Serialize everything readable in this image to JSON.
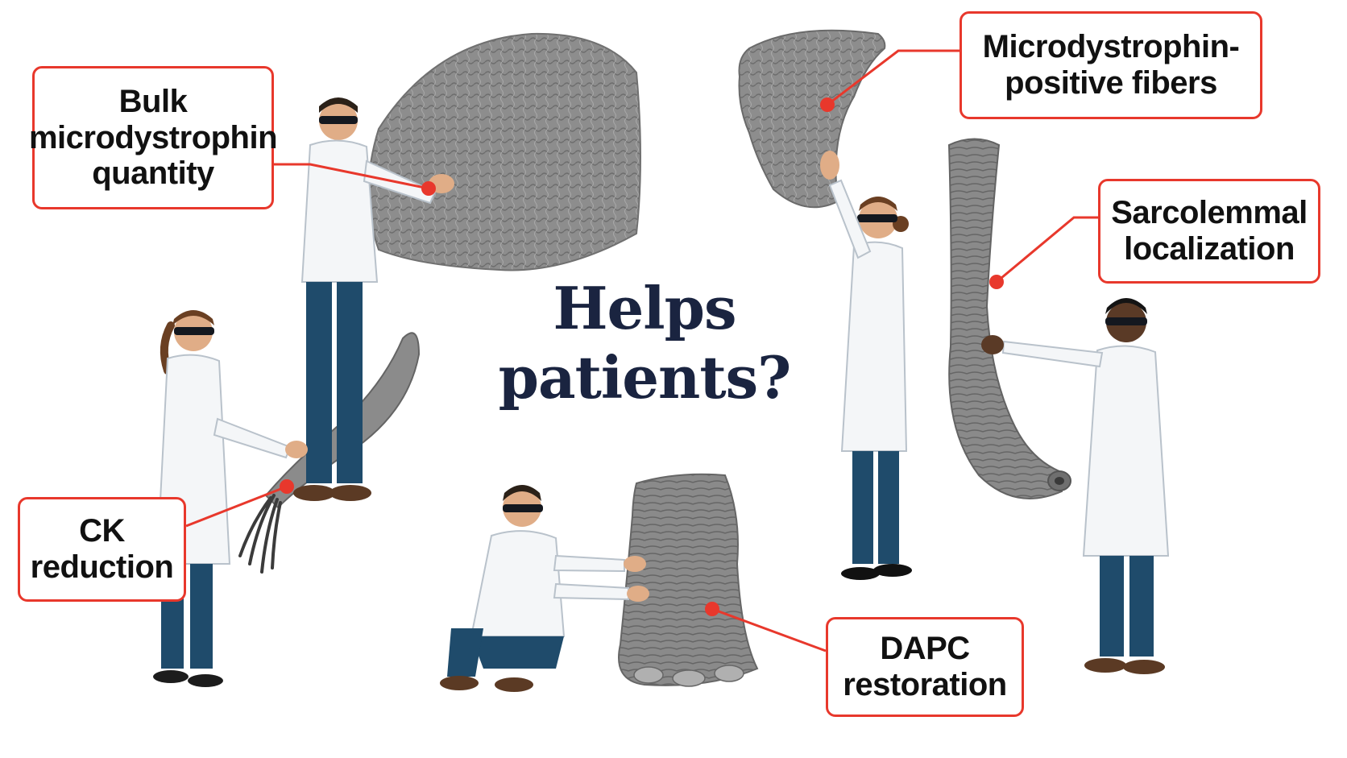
{
  "question": {
    "line1": "Helps",
    "line2": "patients?"
  },
  "callouts": {
    "bulk": {
      "lines": [
        "Bulk",
        "microdystrophin",
        "quantity"
      ]
    },
    "fibers": {
      "lines": [
        "Microdystrophin-",
        "positive fibers"
      ]
    },
    "sarcolemmal": {
      "lines": [
        "Sarcolemmal",
        "localization"
      ]
    },
    "ck": {
      "lines": [
        "CK",
        "reduction"
      ]
    },
    "dapc": {
      "lines": [
        "DAPC",
        "restoration"
      ]
    }
  },
  "colors": {
    "accent": "#e8382c",
    "question_text": "#1a2440",
    "elephant_gray": "#8c8c8c",
    "lab_coat": "#f4f6f8",
    "trousers": "#1f4b6b",
    "blindfold": "#14181f"
  }
}
